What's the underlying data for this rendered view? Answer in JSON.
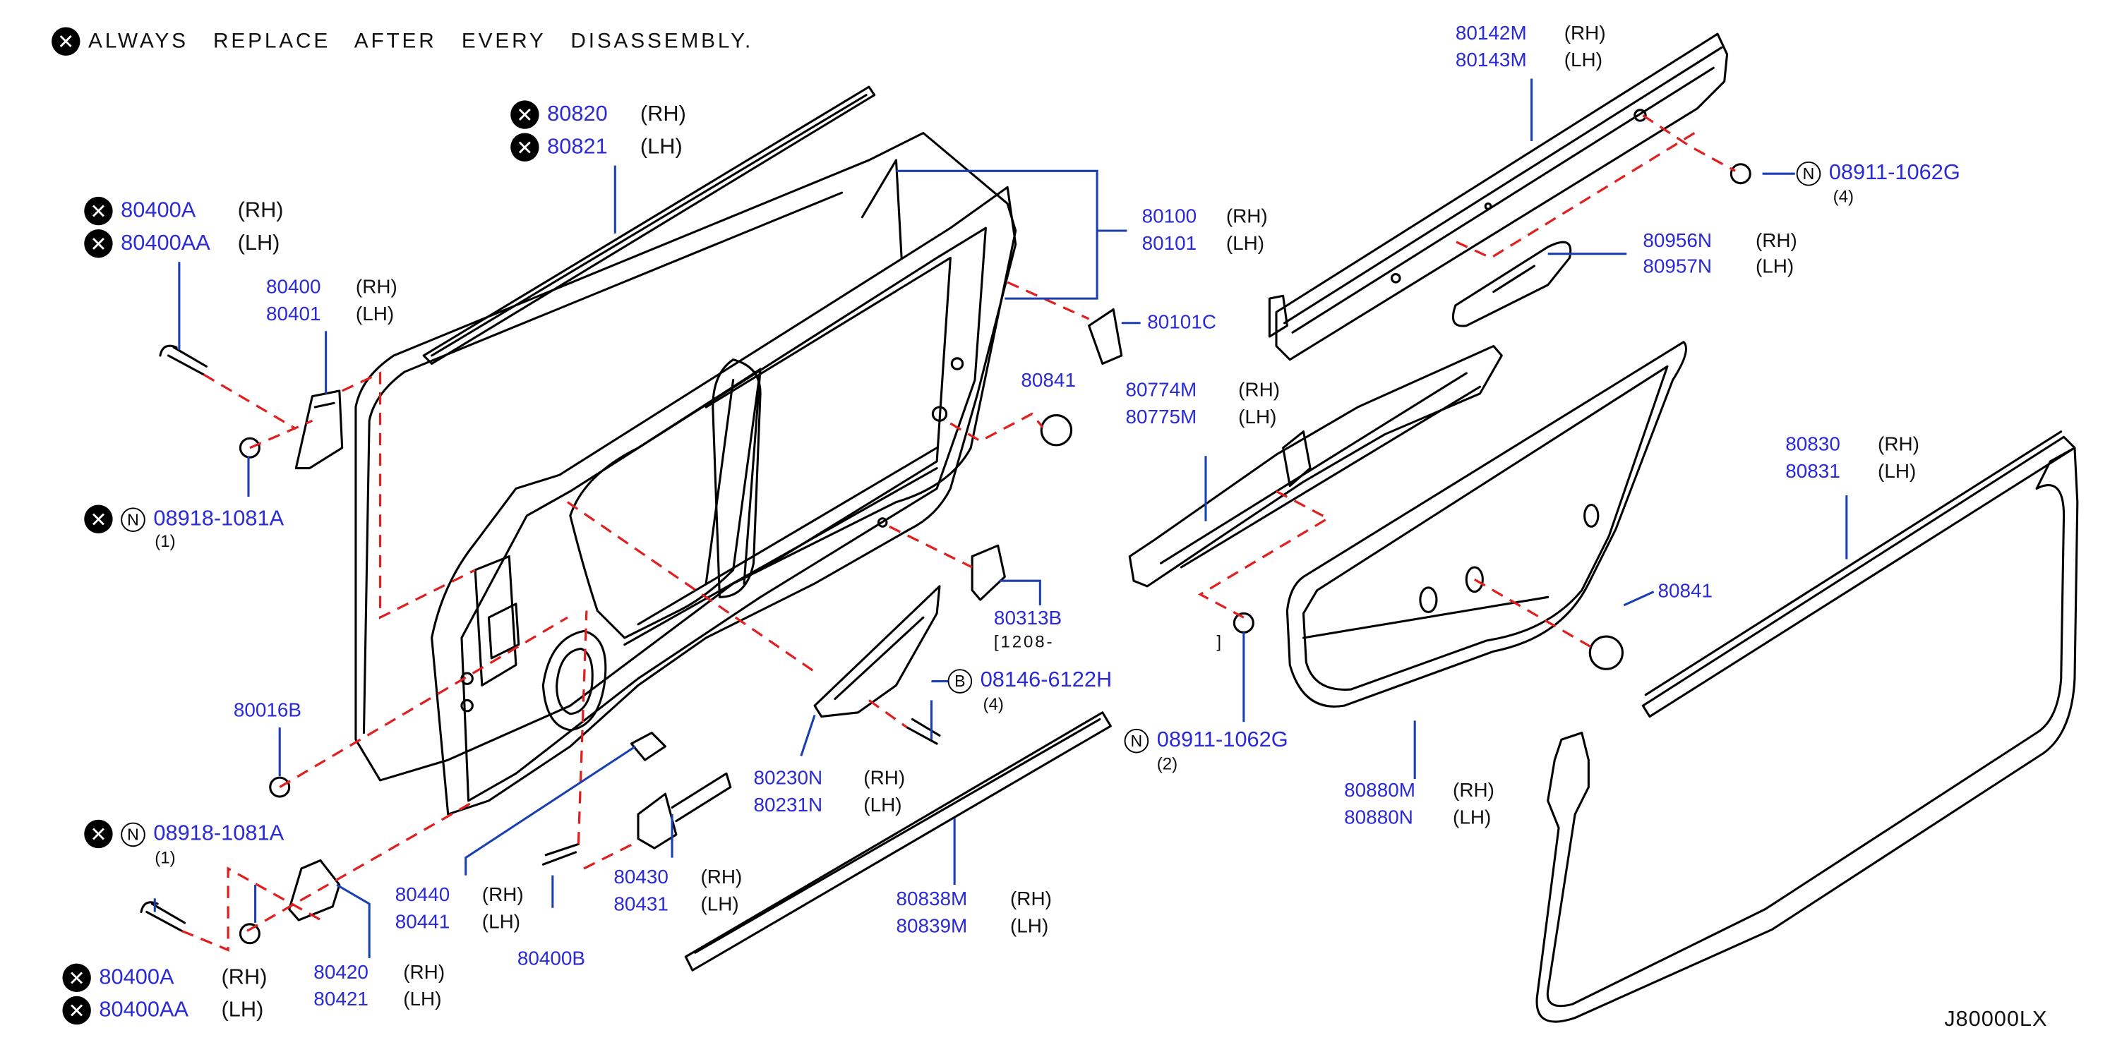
{
  "note": {
    "symbol": "x-mark",
    "text": "ALWAYS REPLACE AFTER EVERY DISASSEMBLY."
  },
  "diagram_id": "J80000LX",
  "colors": {
    "label": "#2a2ad6",
    "line": "#000000",
    "dashed": "#e02020",
    "leader": "#1a3fb0"
  },
  "parts": {
    "p80820": {
      "code": "80820",
      "side": "(RH)"
    },
    "p80821": {
      "code": "80821",
      "side": "(LH)"
    },
    "p80400a_top": {
      "code": "80400A",
      "side": "(RH)"
    },
    "p80400aa_top": {
      "code": "80400AA",
      "side": "(LH)"
    },
    "p80400": {
      "code": "80400",
      "side": "(RH)"
    },
    "p80401": {
      "code": "80401",
      "side": "(LH)"
    },
    "nut_upper": {
      "code": "08918-1081A",
      "qty": "(1)"
    },
    "p80100": {
      "code": "80100",
      "side": "(RH)"
    },
    "p80101": {
      "code": "80101",
      "side": "(LH)"
    },
    "p80101c": {
      "code": "80101C"
    },
    "p80841_a": {
      "code": "80841"
    },
    "p80142m": {
      "code": "80142M",
      "side": "(RH)"
    },
    "p80143m": {
      "code": "80143M",
      "side": "(LH)"
    },
    "nut_top_right": {
      "code": "08911-1062G",
      "qty": "(4)"
    },
    "p80956n": {
      "code": "80956N",
      "side": "(RH)"
    },
    "p80957n": {
      "code": "80957N",
      "side": "(LH)"
    },
    "p80774m": {
      "code": "80774M",
      "side": "(RH)"
    },
    "p80775m": {
      "code": "80775M",
      "side": "(LH)"
    },
    "p80830": {
      "code": "80830",
      "side": "(RH)"
    },
    "p80831": {
      "code": "80831",
      "side": "(LH)"
    },
    "p80841_b": {
      "code": "80841"
    },
    "p80313b": {
      "code": "80313B",
      "note1": "[1208-",
      "note2": "]"
    },
    "bolt_b": {
      "code": "08146-6122H",
      "qty": "(4)"
    },
    "p80016b": {
      "code": "80016B"
    },
    "nut_mid": {
      "code": "08911-1062G",
      "qty": "(2)"
    },
    "p80230n": {
      "code": "80230N",
      "side": "(RH)"
    },
    "p80231n": {
      "code": "80231N",
      "side": "(LH)"
    },
    "p80880m": {
      "code": "80880M",
      "side": "(RH)"
    },
    "p80880n": {
      "code": "80880N",
      "side": "(LH)"
    },
    "nut_lower": {
      "code": "08918-1081A",
      "qty": "(1)"
    },
    "p80440": {
      "code": "80440",
      "side": "(RH)"
    },
    "p80441": {
      "code": "80441",
      "side": "(LH)"
    },
    "p80430": {
      "code": "80430",
      "side": "(RH)"
    },
    "p80431": {
      "code": "80431",
      "side": "(LH)"
    },
    "p80838m": {
      "code": "80838M",
      "side": "(RH)"
    },
    "p80839m": {
      "code": "80839M",
      "side": "(LH)"
    },
    "p80400a_bot": {
      "code": "80400A",
      "side": "(RH)"
    },
    "p80400aa_bot": {
      "code": "80400AA",
      "side": "(LH)"
    },
    "p80420": {
      "code": "80420",
      "side": "(RH)"
    },
    "p80421": {
      "code": "80421",
      "side": "(LH)"
    },
    "p80400b": {
      "code": "80400B"
    }
  }
}
